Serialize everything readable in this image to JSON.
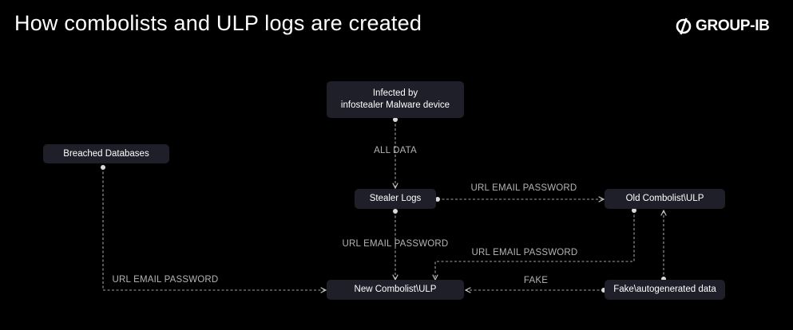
{
  "header": {
    "title": "How combolists and ULP logs are created",
    "brand": "GROUP-IB"
  },
  "nodes": {
    "infected_device": {
      "line1": "Infected by",
      "line2": "infostealer Malware device"
    },
    "breached_databases": "Breached Databases",
    "stealer_logs": "Stealer Logs",
    "old_combolist": "Old Combolist\\ULP",
    "new_combolist": "New Combolist\\ULP",
    "fake_data": "Fake\\autogenerated data"
  },
  "edges": {
    "device_to_stealer": "ALL DATA",
    "stealer_to_old": "URL EMAIL PASSWORD",
    "stealer_to_new": "URL EMAIL PASSWORD",
    "old_to_new": "URL EMAIL PASSWORD",
    "breached_to_new": "URL EMAIL PASSWORD",
    "fake_to_new": "FAKE"
  },
  "colors": {
    "background": "#000000",
    "node_fill": "#1e1f29",
    "text": "#ffffff",
    "edge_label": "#b4b4b4",
    "connector": "#a0a0a0"
  }
}
